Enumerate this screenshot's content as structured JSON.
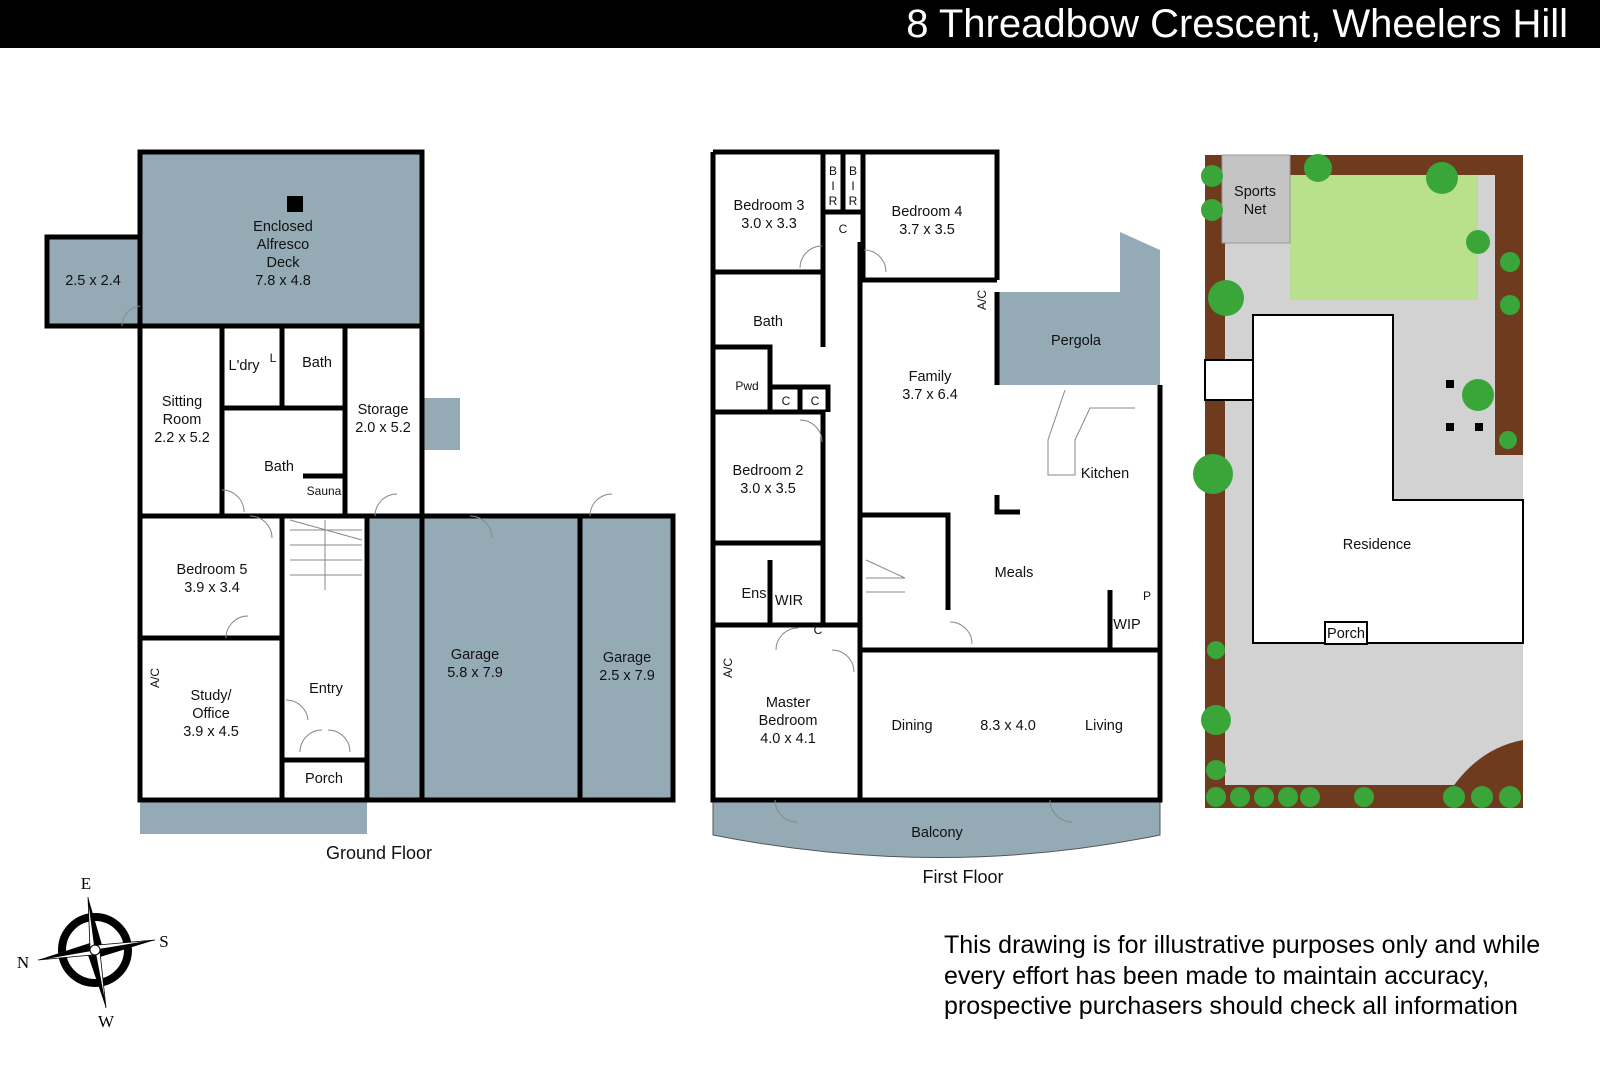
{
  "title": "8 Threadbow Crescent, Wheelers Hill",
  "colors": {
    "covered_area": "#94abb6",
    "lawn": "#b9e08d",
    "garden_bed": "#6e3b1e",
    "paving": "#d2d2d2",
    "tree": "#3aa63a"
  },
  "ground_floor": {
    "label": "Ground Floor",
    "rooms": {
      "alfresco": [
        "Enclosed",
        "Alfresco",
        "Deck",
        "7.8 x 4.8"
      ],
      "side": [
        "2.5 x 2.4"
      ],
      "sitting": [
        "Sitting",
        "Room",
        "2.2 x 5.2"
      ],
      "laundry": [
        "L'dry"
      ],
      "laundry_l": "L",
      "bath_upper": [
        "Bath"
      ],
      "bath_lower": [
        "Bath"
      ],
      "sauna": [
        "Sauna"
      ],
      "storage": [
        "Storage",
        "2.0 x 5.2"
      ],
      "bedroom5": [
        "Bedroom 5",
        "3.9 x 3.4"
      ],
      "study": [
        "Study/",
        "Office",
        "3.9 x 4.5"
      ],
      "study_ac": "A/C",
      "entry": [
        "Entry"
      ],
      "porch": [
        "Porch"
      ],
      "garage1": [
        "Garage",
        "5.8 x 7.9"
      ],
      "garage2": [
        "Garage",
        "2.5 x 7.9"
      ]
    }
  },
  "first_floor": {
    "label": "First Floor",
    "rooms": {
      "bedroom3": [
        "Bedroom 3",
        "3.0 x 3.3"
      ],
      "bir": [
        "B",
        "I",
        "R"
      ],
      "cupboard": "C",
      "bedroom4": [
        "Bedroom 4",
        "3.7 x 3.5"
      ],
      "bath": [
        "Bath"
      ],
      "pwd": [
        "Pwd"
      ],
      "bedroom2": [
        "Bedroom 2",
        "3.0 x 3.5"
      ],
      "ens": [
        "Ens"
      ],
      "wir": [
        "WIR"
      ],
      "master": [
        "Master",
        "Bedroom",
        "4.0 x 4.1"
      ],
      "ac": "A/C",
      "family": [
        "Family",
        "3.7 x 6.4"
      ],
      "pergola": [
        "Pergola"
      ],
      "kitchen": [
        "Kitchen"
      ],
      "meals": [
        "Meals"
      ],
      "wip": [
        "WIP"
      ],
      "pantry": "P",
      "dining": [
        "Dining"
      ],
      "dining_living_size": [
        "8.3 x 4.0"
      ],
      "living": [
        "Living"
      ],
      "balcony": [
        "Balcony"
      ]
    }
  },
  "site_plan": {
    "sports_net": [
      "Sports",
      "Net"
    ],
    "residence": [
      "Residence"
    ],
    "porch": [
      "Porch"
    ]
  },
  "compass": {
    "e": "E",
    "s": "S",
    "w": "W",
    "n": "N"
  },
  "disclaimer": [
    "This drawing is for illustrative purposes only and while",
    "every effort has been made to maintain accuracy,",
    "prospective purchasers should check all information"
  ]
}
